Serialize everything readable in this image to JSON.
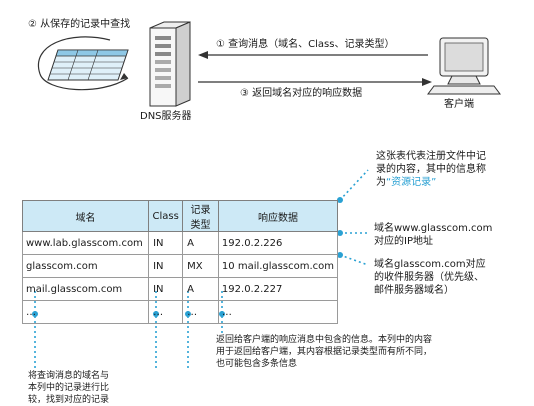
{
  "labels": {
    "step2": "② 从保存的记录中查找",
    "step1": "① 查询消息（域名、Class、记录类型）",
    "step3": "③ 返回域名对应的响应数据",
    "dns_server": "DNS服务器",
    "client": "客户端"
  },
  "annotation_top": {
    "line1": "这张表代表注册文件中记",
    "line2": "录的内容，其中的信息称",
    "line3_prefix": "为",
    "line3_highlight": "“资源记录”"
  },
  "table": {
    "headers": [
      "域名",
      "Class",
      "记录类型",
      "响应数据"
    ],
    "rows": [
      [
        "www.lab.glasscom.com",
        "IN",
        "A",
        "192.0.2.226"
      ],
      [
        "glasscom.com",
        "IN",
        "MX",
        "10 mail.glasscom.com"
      ],
      [
        "mail.glasscom.com",
        "IN",
        "A",
        "192.0.2.227"
      ],
      [
        "…",
        "…",
        "…",
        "…"
      ]
    ]
  },
  "annotation_row1": {
    "line1": "域名www.glasscom.com",
    "line2": "对应的IP地址"
  },
  "annotation_row2": {
    "line1": "域名glasscom.com对应",
    "line2": "的收件服务器（优先级、",
    "line3": "邮件服务器域名）"
  },
  "annotation_response": {
    "line1": "返回给客户端的响应消息中包含的信息。本列中的内容",
    "line2": "用于返回给客户端，其内容根据记录类型而有所不同，",
    "line3": "也可能包含多条信息"
  },
  "annotation_left": {
    "line1": "将查询消息的域名与",
    "line2": "本列中的记录进行比",
    "line3": "较，找到对应的记录"
  },
  "colors": {
    "accent": "#2aa1d3",
    "header_bg": "#cde9f6"
  }
}
